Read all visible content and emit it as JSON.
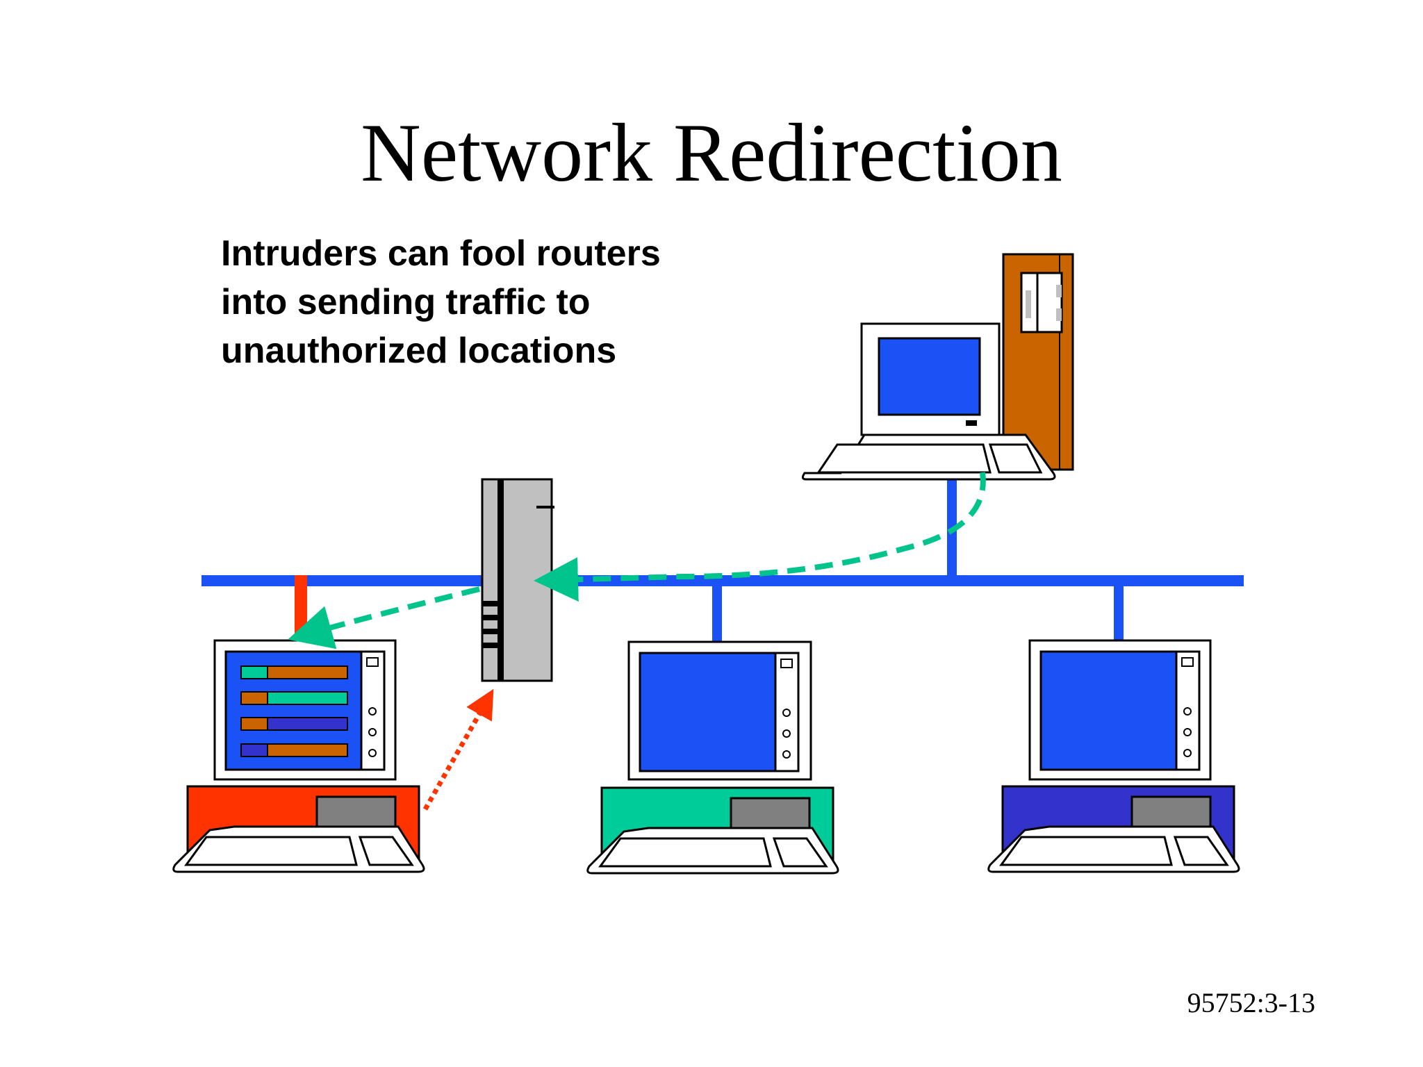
{
  "slide": {
    "title": "Network Redirection",
    "subtitle_lines": [
      "Intruders can fool routers",
      "into sending traffic to",
      "unauthorized locations"
    ],
    "slide_id": "95752:3-13"
  },
  "colors": {
    "network_bus": "#1a52f5",
    "intruder": "#ff3300",
    "redirected_traffic": "#00c48c",
    "server_cabinet": "#c96400",
    "router": "#c0c0c0",
    "screen": "#1a52f5",
    "station_teal": "#00cc99",
    "station_purple": "#3333cc"
  },
  "icons": {
    "server": "server-workstation-icon",
    "router": "router-icon",
    "intruder": "intruder-computer-icon",
    "host_middle": "host-computer-icon",
    "host_right": "host-computer-icon"
  }
}
